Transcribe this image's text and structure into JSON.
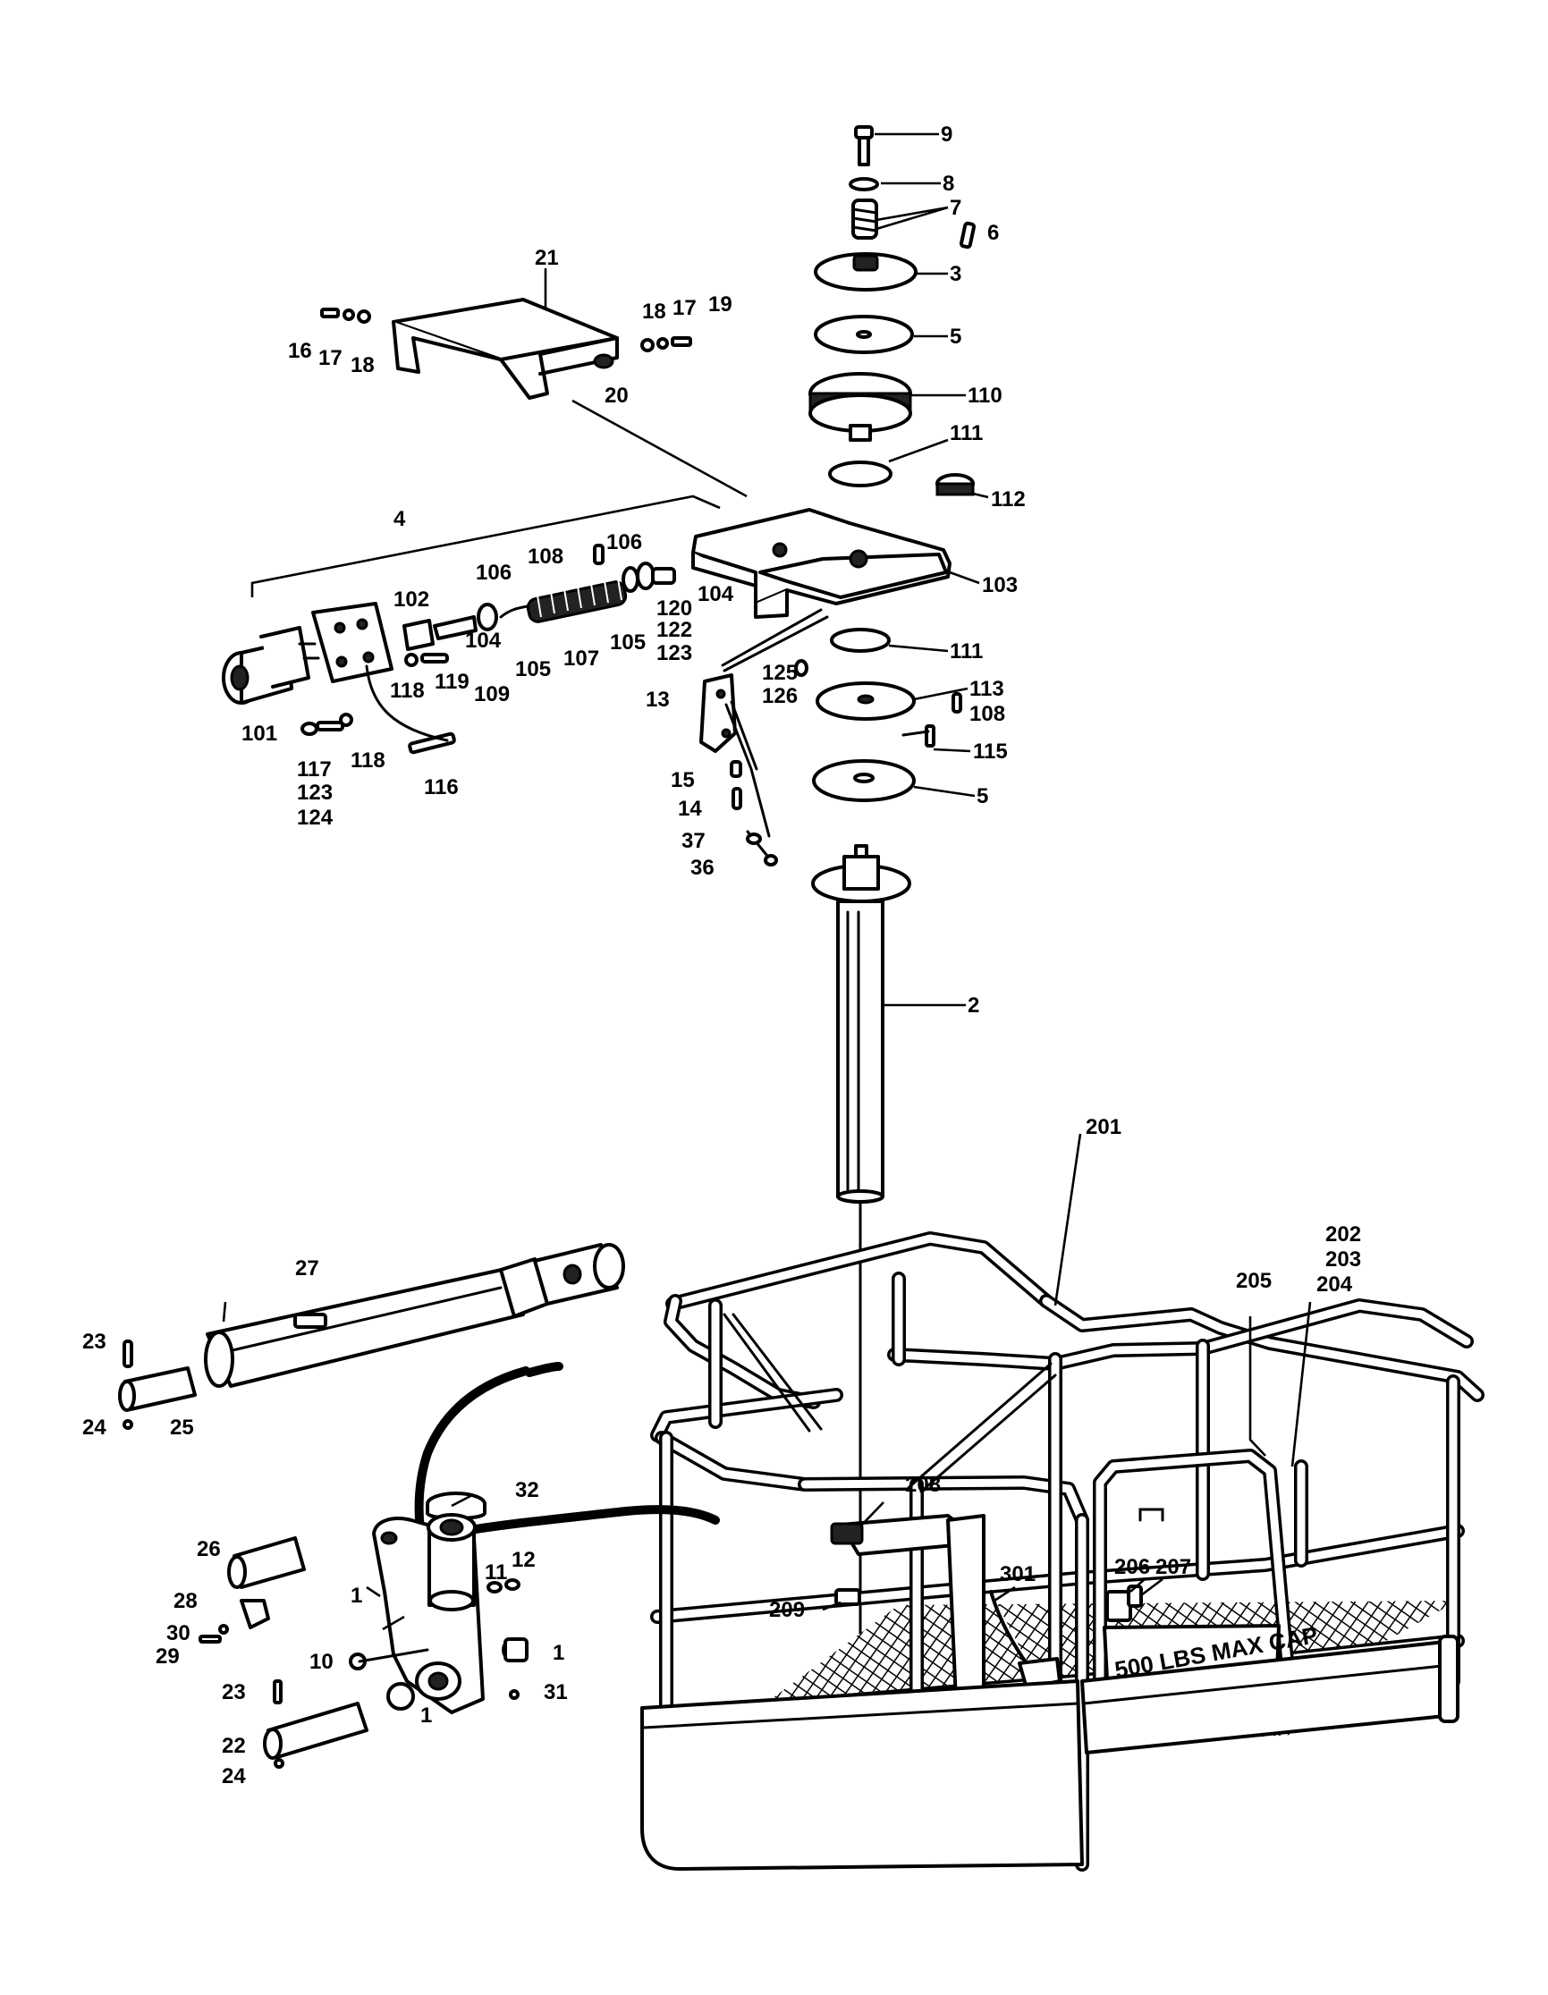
{
  "figure": {
    "callouts": [
      "1",
      "2",
      "3",
      "4",
      "5",
      "6",
      "7",
      "8",
      "9",
      "10",
      "11",
      "12",
      "13",
      "14",
      "15",
      "16",
      "17",
      "18",
      "19",
      "20",
      "21",
      "22",
      "23",
      "24",
      "25",
      "26",
      "27",
      "28",
      "29",
      "30",
      "31",
      "32",
      "36",
      "37",
      "101",
      "102",
      "103",
      "104",
      "105",
      "106",
      "107",
      "108",
      "109",
      "110",
      "111",
      "112",
      "113",
      "115",
      "116",
      "117",
      "118",
      "119",
      "120",
      "122",
      "123",
      "124",
      "125",
      "126",
      "201",
      "202",
      "203",
      "204",
      "205",
      "206",
      "207",
      "208",
      "209",
      "301"
    ],
    "labels": {
      "c9": "9",
      "c8": "8",
      "c7": "7",
      "c6": "6",
      "c3": "3",
      "c5a": "5",
      "c110": "110",
      "c111a": "111",
      "c112": "112",
      "c103": "103",
      "c111b": "111",
      "c113": "113",
      "c108b": "108",
      "c115": "115",
      "c5b": "5",
      "c2": "2",
      "c21": "21",
      "c16": "16",
      "c17a": "17",
      "c18a": "18",
      "c18b": "18",
      "c17b": "17",
      "c19": "19",
      "c20": "20",
      "c4": "4",
      "c108a": "108",
      "c106a": "106",
      "c106b": "106",
      "c102": "102",
      "c104a": "104",
      "c104b": "104",
      "c120": "120",
      "c122": "122",
      "c123a": "123",
      "c105a": "105",
      "c105b": "105",
      "c107": "107",
      "c118a": "118",
      "c119": "119",
      "c109": "109",
      "c101": "101",
      "c125": "125",
      "c126": "126",
      "c13": "13",
      "c117": "117",
      "c123b": "123",
      "c124": "124",
      "c118b": "118",
      "c116": "116",
      "c15": "15",
      "c14": "14",
      "c37": "37",
      "c36": "36",
      "c201": "201",
      "c202": "202",
      "c203": "203",
      "c204": "204",
      "c205": "205",
      "c27": "27",
      "c23a": "23",
      "c24a": "24",
      "c25": "25",
      "c32": "32",
      "c26": "26",
      "c28": "28",
      "c30": "30",
      "c29": "29",
      "c1a": "1",
      "c11": "11",
      "c12": "12",
      "c10": "10",
      "c1b": "1",
      "c31": "31",
      "c23b": "23",
      "c22": "22",
      "c1c": "1",
      "c24b": "24",
      "c208": "208",
      "c206": "206",
      "c207": "207",
      "c209": "209",
      "c301": "301"
    },
    "capacity_decal": "500 LBS MAX CAP"
  }
}
